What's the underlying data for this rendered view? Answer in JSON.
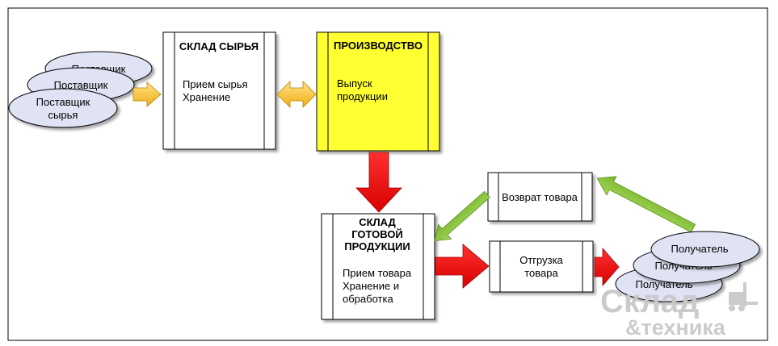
{
  "colors": {
    "frame": "#000000",
    "box_fill": "#ffffff",
    "production_fill": "#ffff33",
    "ellipse_fill": "#dfe3f3",
    "arrow_orange": "#f6c12a",
    "arrow_red": "#ee0000",
    "arrow_green": "#8cc63e",
    "watermark": "#c9c9c9"
  },
  "suppliers": {
    "s1": "Поставщик",
    "s2": "Поставщик",
    "s3_line1": "Поставщик",
    "s3_line2": "сырья"
  },
  "raw_store": {
    "title": "СКЛАД СЫРЬЯ",
    "line1": "Прием сырья",
    "line2": "Хранение"
  },
  "production": {
    "title": "ПРОИЗВОДСТВО",
    "line1": "Выпуск",
    "line2": "продукции"
  },
  "finished_store": {
    "title_line1": "СКЛАД",
    "title_line2": "ГОТОВОЙ",
    "title_line3": "ПРОДУКЦИИ",
    "line1": "Прием товара",
    "line2": "Хранение и",
    "line3": "обработка"
  },
  "returns": {
    "label": "Возврат товара"
  },
  "shipping": {
    "line1": "Отгрузка",
    "line2": "товара"
  },
  "recipients": {
    "r1": "Получатель",
    "r2": "Получатель",
    "r3": "Получатель"
  },
  "watermark": {
    "line1": "Склад",
    "line2": "&техника"
  }
}
